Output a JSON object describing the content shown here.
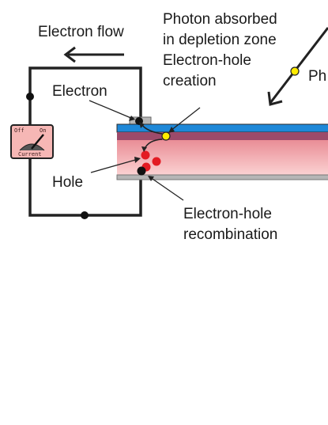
{
  "labels": {
    "electron_flow": "Electron flow",
    "photon_line1": "Photon absorbed",
    "photon_line2": "in depletion zone",
    "photon_line3": "Electron-hole",
    "photon_line4": "creation",
    "photon_partial": "Ph",
    "electron": "Electron",
    "hole": "Hole",
    "recomb_line1": "Electron-hole",
    "recomb_line2": "recombination"
  },
  "meter": {
    "off": "Off",
    "on": "On",
    "caption": "Current"
  },
  "colors": {
    "wire": "#222222",
    "n_layer": "#1e88d8",
    "depletion": "#9c4a6a",
    "p_layer": "#f4a9ad",
    "contact": "#b5b5b5",
    "hole": "#e31b23",
    "photon": "#ffeb00",
    "meter_body": "#f6b7b5"
  }
}
